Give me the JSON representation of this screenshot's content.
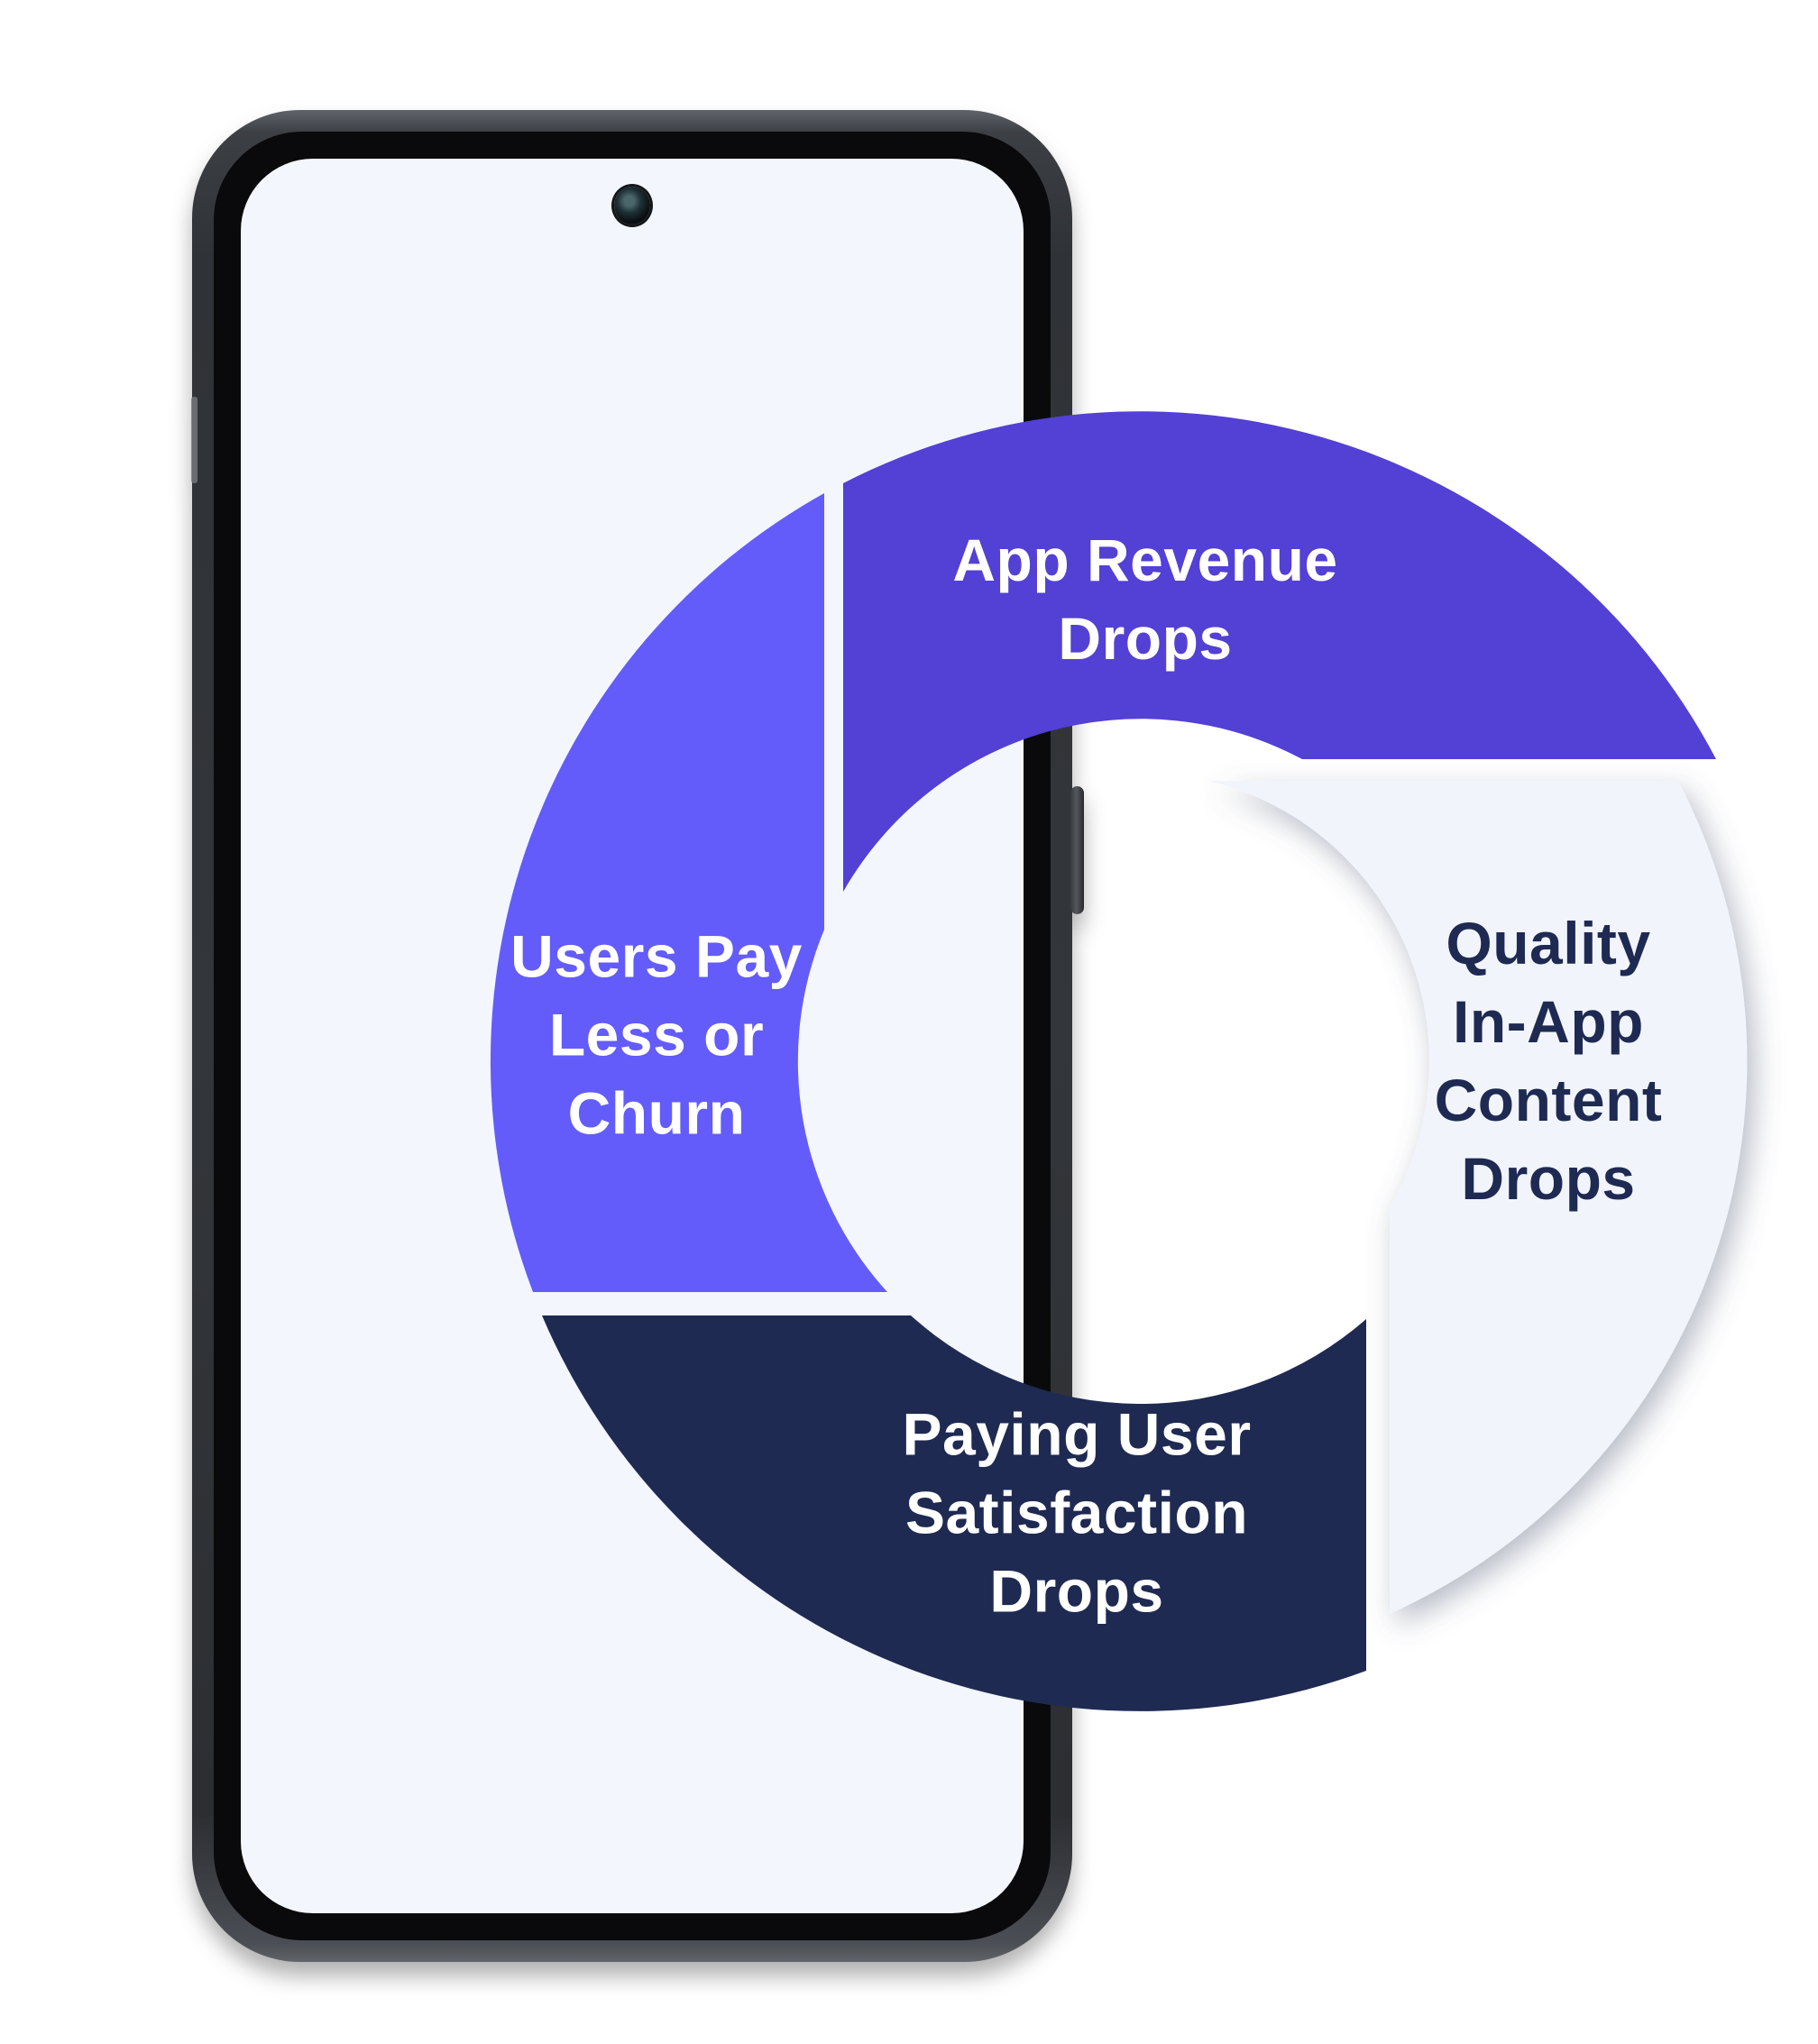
{
  "diagram": {
    "type": "cycle-diagram",
    "direction": "clockwise",
    "segments": [
      {
        "position": "top",
        "label": "App Revenue Drops",
        "display": "App Revenue\nDrops",
        "color": "#5340d4",
        "text_color": "#ffffff"
      },
      {
        "position": "right",
        "label": "Quality In-App Content Drops",
        "display": "Quality\nIn-App\nContent\nDrops",
        "color": "#f1f5fb",
        "text_color": "#1e2a52"
      },
      {
        "position": "bottom",
        "label": "Paying User Satisfaction Drops",
        "display": "Paying User\nSatisfaction\nDrops",
        "color": "#1f2a52",
        "text_color": "#ffffff"
      },
      {
        "position": "left",
        "label": "Users Pay Less or Churn",
        "display": "Users Pay\nLess or\nChurn",
        "color": "#635cfa",
        "text_color": "#ffffff"
      }
    ]
  },
  "phone": {
    "type": "smartphone-mockup",
    "frame_color": "#33363a",
    "screen_color": "#f3f6fd",
    "camera_icon": "front-camera-dot"
  }
}
